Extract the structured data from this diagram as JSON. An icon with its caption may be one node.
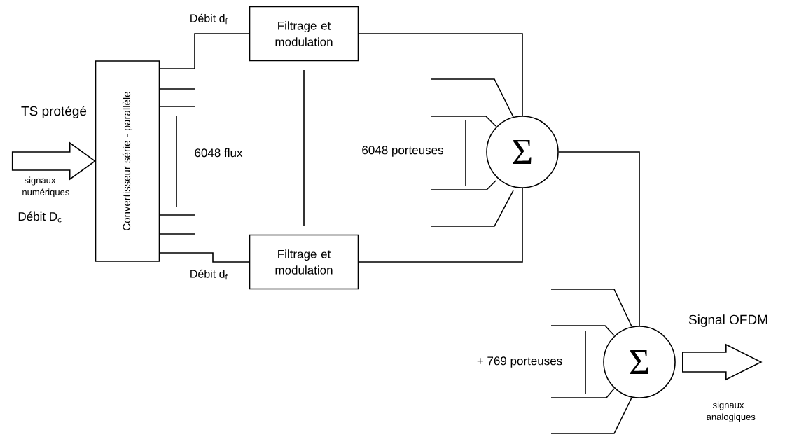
{
  "diagram": {
    "nodes": [
      {
        "text": [
          "Convertisseur série - parallèle"
        ]
      },
      {
        "text": [
          "Filtrage et modulation"
        ]
      },
      {
        "text": [
          "Filtrage et modulation"
        ]
      },
      {
        "text": [
          "Σ"
        ]
      },
      {
        "text": [
          "Σ"
        ]
      }
    ],
    "edges": [
      {
        "from": null,
        "to": 0,
        "arrow": "to"
      },
      {
        "from": 0,
        "to": 1,
        "arrow": "none",
        "label": "Débit d$_{f}$"
      },
      {
        "from": 0,
        "to": 2,
        "arrow": "none",
        "label": "Débit d$_{f}$"
      },
      {
        "from": 1,
        "to": 3,
        "arrow": "none"
      },
      {
        "from": 2,
        "to": 3,
        "arrow": "none"
      },
      {
        "from": 3,
        "to": 4,
        "arrow": "none"
      },
      {
        "from": 4,
        "to": null,
        "arrow": "to"
      }
    ],
    "labels": [
      "TS protégé",
      "signaux numériques",
      "Débit D$_{c}$",
      "6048 flux",
      "6048 porteuses",
      "+ 769 porteuses",
      "Signal OFDM",
      "signaux analogiques"
    ]
  }
}
